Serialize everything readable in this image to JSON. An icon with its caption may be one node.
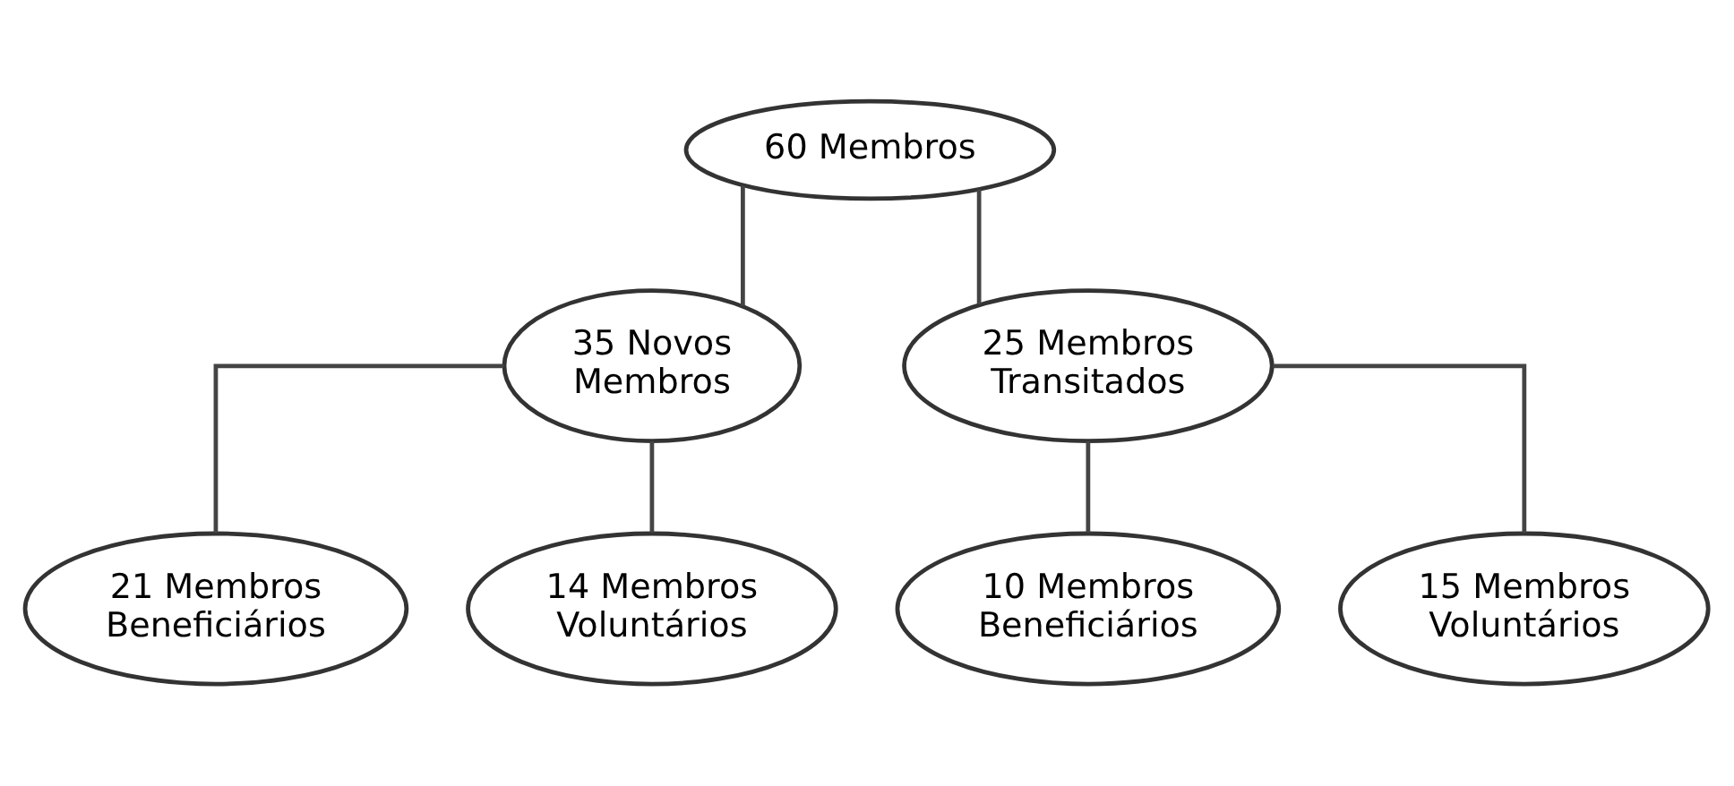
{
  "diagram": {
    "nodes": [
      {
        "text": [
          "60 Membros"
        ]
      },
      {
        "text": [
          "35 Novos Membros"
        ]
      },
      {
        "text": [
          "25 Membros Transitados"
        ]
      },
      {
        "text": [
          "21 Membros Beneficiários"
        ]
      },
      {
        "text": [
          "14 Membros Voluntários"
        ]
      },
      {
        "text": [
          "10 Membros Beneficiários"
        ]
      },
      {
        "text": [
          "15 Membros Voluntários"
        ]
      }
    ],
    "edges": [
      {
        "from": 0,
        "to": 1,
        "arrow": "none"
      },
      {
        "from": 0,
        "to": 2,
        "arrow": "none"
      },
      {
        "from": 1,
        "to": 3,
        "arrow": "none"
      },
      {
        "from": 1,
        "to": 4,
        "arrow": "none"
      },
      {
        "from": 2,
        "to": 5,
        "arrow": "none"
      },
      {
        "from": 2,
        "to": 6,
        "arrow": "none"
      }
    ]
  }
}
